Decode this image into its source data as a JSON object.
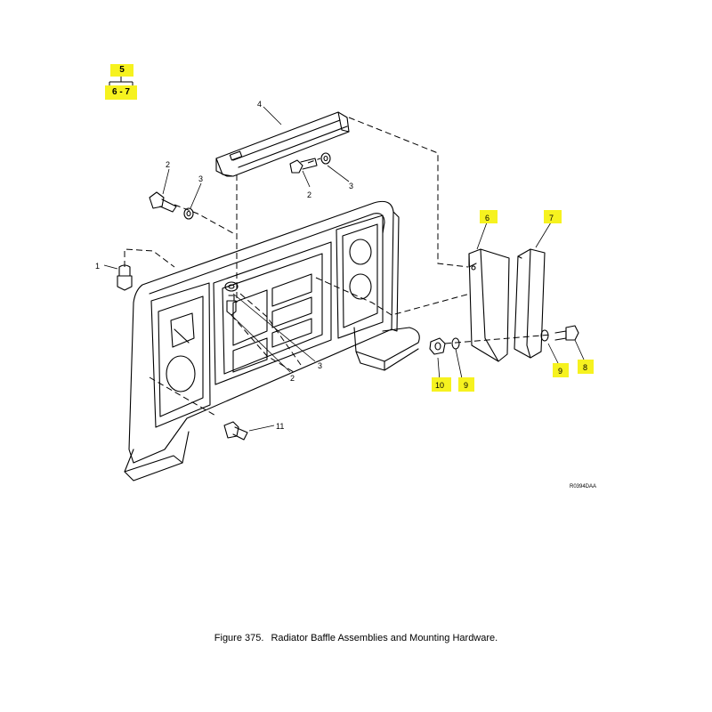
{
  "index_box": {
    "top": "5",
    "bottom": "6 - 7"
  },
  "callouts": {
    "item_1": "1",
    "item_2_top": "2",
    "item_3_top": "3",
    "item_4": "4",
    "item_2_mid": "2",
    "item_3_mid": "3",
    "item_6": "6",
    "item_7": "7",
    "item_2_low": "2",
    "item_3_low": "3",
    "item_10": "10",
    "item_9_left": "9",
    "item_9_right": "9",
    "item_8": "8",
    "item_11": "11"
  },
  "drawing_code": "R0394DAA",
  "caption": {
    "figure_label": "Figure  375.",
    "title": "Radiator Baffle Assemblies and Mounting Hardware."
  },
  "colors": {
    "highlight": "#f6f21f",
    "line": "#000000",
    "background": "#ffffff"
  }
}
